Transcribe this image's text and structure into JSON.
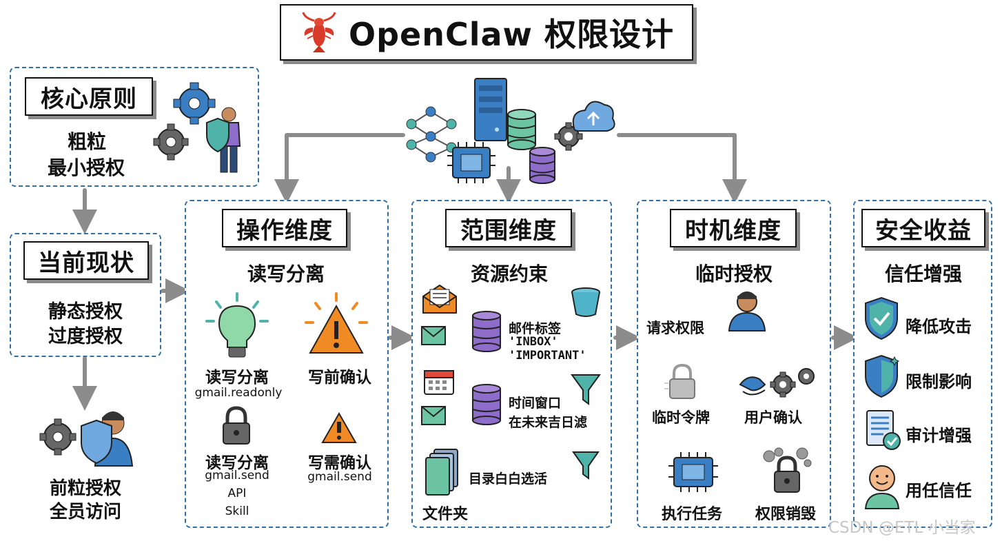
{
  "title": "OpenClaw 权限设计",
  "watermark": "CSDN @ETL 小当家",
  "core": {
    "heading": "核心原则",
    "line1": "粗粒",
    "line2": "最小授权"
  },
  "current": {
    "heading": "当前现状",
    "line1": "静态授权",
    "line2": "过度授权",
    "result1": "前粒授权",
    "result2": "全员访问"
  },
  "operation": {
    "heading": "操作维度",
    "subtitle": "读写分离",
    "rw1": "读写分离",
    "rw1_scope": "gmail.readonly",
    "confirm1": "写前确认",
    "rw2": "读写分离",
    "rw2_scope": "gmail.send",
    "rw2_api": "API",
    "rw2_skill": "Skill",
    "confirm2": "写需确认",
    "confirm2_scope": "gmail.send"
  },
  "scope": {
    "heading": "范围维度",
    "subtitle": "资源约束",
    "mail_label": "邮件标签",
    "mail_tag1": "'INBOX'",
    "mail_tag2": "'IMPORTANT'",
    "time_label1": "时间窗口",
    "time_label2": "在未来吉日滤",
    "dir_label": "目录白白选活",
    "folder_label": "文件夹"
  },
  "timing": {
    "heading": "时机维度",
    "subtitle": "临时授权",
    "request": "请求权限",
    "token": "临时令牌",
    "user_confirm": "用户确认",
    "execute": "执行任务",
    "destroy": "权限销毁"
  },
  "benefit": {
    "heading": "安全收益",
    "subtitle": "信任增强",
    "items": [
      "降低攻击",
      "限制影响",
      "审计增强",
      "用任信任"
    ]
  },
  "colors": {
    "border": "#2f6fa8",
    "arrow": "#8c8c8c",
    "teal": "#4fb3a9",
    "blue": "#3a7fc4",
    "purple": "#8e6cc9",
    "orange": "#f08a24"
  }
}
